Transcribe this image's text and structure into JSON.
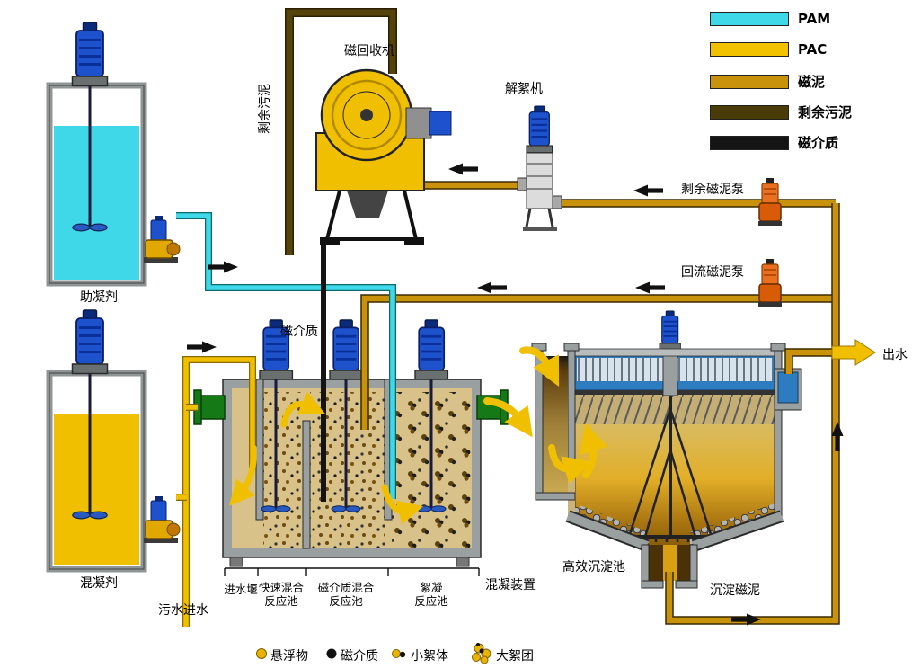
{
  "legend": {
    "items": [
      {
        "label": "PAM",
        "color": "#3fd8e8"
      },
      {
        "label": "PAC",
        "color": "#f2c200"
      },
      {
        "label": "磁泥",
        "color": "#c8930a"
      },
      {
        "label": "剩余污泥",
        "color": "#4a3c08"
      },
      {
        "label": "磁介质",
        "color": "#141414"
      }
    ]
  },
  "labels": {
    "coagulant_aid_tank": "助凝剂",
    "coagulant_tank": "混凝剂",
    "magnetic_recovery_machine": "磁回收机",
    "deflocculator": "解絮机",
    "surplus_magnetic_sludge_pump": "剩余磁泥泵",
    "return_magnetic_sludge_pump": "回流磁泥泵",
    "surplus_sludge_pipe": "剩余污泥",
    "magnetic_media_pipe": "磁介质",
    "inlet_weir": "进水堰",
    "rapid_mixing_tank": "快速混合\n反应池",
    "magnetic_media_mixing_tank": "磁介质混合\n反应池",
    "flocculation_tank": "絮凝\n反应池",
    "coagulation_device": "混凝装置",
    "sedimentation_tank": "高效沉淀池",
    "settled_magnetic_sludge": "沉淀磁泥",
    "effluent": "出水",
    "influent": "污水进水"
  },
  "bottom_legend": {
    "items": [
      {
        "label": "悬浮物"
      },
      {
        "label": "磁介质"
      },
      {
        "label": "小絮体"
      },
      {
        "label": "大絮团"
      }
    ]
  }
}
